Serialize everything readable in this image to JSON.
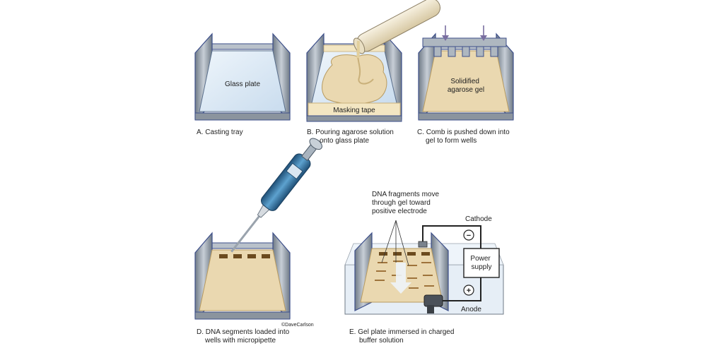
{
  "panels": {
    "a": {
      "plate_label": "Glass plate",
      "caption": [
        "A. Casting tray"
      ]
    },
    "b": {
      "tape_label": "Masking tape",
      "caption": [
        "B. Pouring agarose solution",
        "onto glass plate"
      ]
    },
    "c": {
      "gel_label": [
        "Solidified",
        "agarose gel"
      ],
      "caption": [
        "C. Comb is pushed down into",
        "gel to form wells"
      ]
    },
    "d": {
      "credit": "©DaveCarlson",
      "caption": [
        "D.  DNA segments loaded into",
        "wells with micropipette"
      ]
    },
    "e": {
      "fragments_label": [
        "DNA fragments move",
        "through gel toward",
        "positive electrode"
      ],
      "cathode": "Cathode",
      "anode": "Anode",
      "power_supply": [
        "Power",
        "supply"
      ],
      "minus_symbol": "−",
      "plus_symbol": "+",
      "caption": [
        "E. Gel plate immersed in charged",
        "buffer solution"
      ]
    }
  },
  "colors": {
    "tray_gray": "#9aa3ad",
    "tray_blue_edge": "#3d4f8a",
    "glass": "#dce9f5",
    "agarose": "#ead8b0",
    "agarose_edge": "#c9b07a",
    "tape": "#f3e6c2",
    "well": "#6b4a1e",
    "pipette_blue": "#2e6e9e",
    "arrow": "#7a6fa0"
  }
}
